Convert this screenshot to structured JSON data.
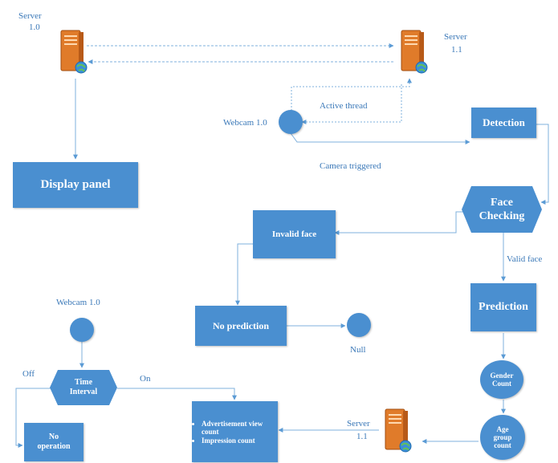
{
  "colors": {
    "node": "#4a8fd0",
    "line": "#5b9bd5",
    "text": "#3a78b8",
    "server": "#e07b2a"
  },
  "servers": [
    {
      "label_line1": "Server",
      "label_line2": "1.0",
      "icon": "server-icon"
    },
    {
      "label_line1": "Server",
      "label_line2": "1.1",
      "icon": "server-icon"
    },
    {
      "label_line1": "Server",
      "label_line2": "1.1",
      "icon": "server-icon"
    }
  ],
  "nodes": {
    "display_panel": "Display panel",
    "detection": "Detection",
    "face_checking_line1": "Face",
    "face_checking_line2": "Checking",
    "invalid_face": "Invalid face",
    "no_prediction": "No prediction",
    "null": "Null",
    "prediction": "Prediction",
    "gender_count_line1": "Gender",
    "gender_count_line2": "Count",
    "age_group_line1": "Age",
    "age_group_line2": "group",
    "age_group_line3": "count",
    "time_interval_line1": "Time",
    "time_interval_line2": "Interval",
    "no_operation_line1": "No",
    "no_operation_line2": "operation",
    "ad_item1": "Advertisement view count",
    "ad_item2": "Impression count"
  },
  "labels": {
    "webcam_top": "Webcam 1.0",
    "webcam_bottom": "Webcam 1.0",
    "active_thread": "Active thread",
    "camera_triggered": "Camera triggered",
    "valid_face": "Valid face",
    "off": "Off",
    "on": "On"
  }
}
